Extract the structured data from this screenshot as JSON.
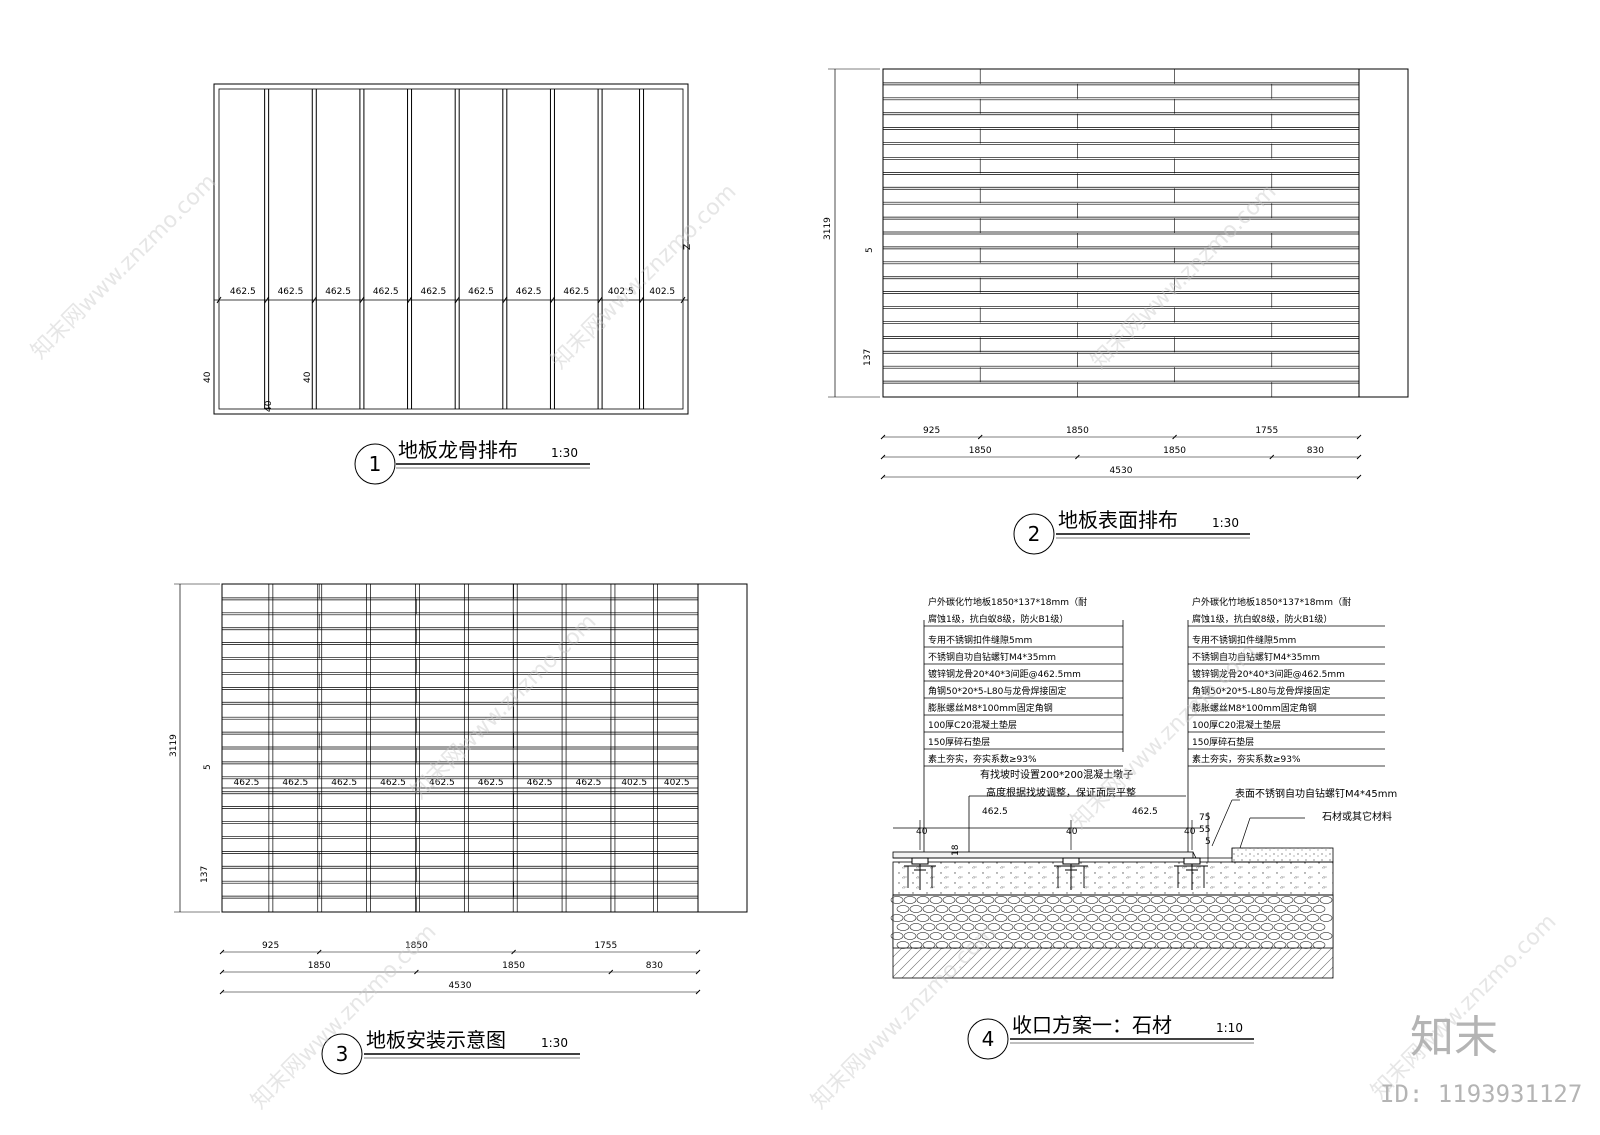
{
  "drawing1": {
    "number": "1",
    "title": "地板龙骨排布",
    "scale": "1:30",
    "spacings": [
      "462.5",
      "462.5",
      "462.5",
      "462.5",
      "462.5",
      "462.5",
      "462.5",
      "462.5",
      "402.5",
      "402.5"
    ],
    "member_width_a": "40",
    "member_width_b": "40",
    "member_width_c": "40",
    "edge_mark": "Z"
  },
  "drawing2": {
    "number": "2",
    "title": "地板表面排布",
    "scale": "1:30",
    "height_dim": "3119",
    "gap_dim": "5",
    "board_dim": "137",
    "row1": [
      "925",
      "1850",
      "1755"
    ],
    "row2": [
      "1850",
      "1850",
      "830"
    ],
    "total": "4530"
  },
  "drawing3": {
    "number": "3",
    "title": "地板安装示意图",
    "scale": "1:30",
    "height_dim": "3119",
    "gap_dim": "5",
    "board_dim": "137",
    "spacings": [
      "462.5",
      "462.5",
      "462.5",
      "462.5",
      "462.5",
      "462.5",
      "462.5",
      "462.5",
      "402.5",
      "402.5"
    ],
    "row1": [
      "925",
      "1850",
      "1755"
    ],
    "row2": [
      "1850",
      "1850",
      "830"
    ],
    "total": "4530"
  },
  "drawing4": {
    "number": "4",
    "title": "收口方案一：石材",
    "scale": "1:10",
    "notes_left": [
      "户外碳化竹地板1850*137*18mm（耐",
      "腐蚀1级，抗白蚁8级，防火B1级）",
      "专用不锈钢扣件缝隙5mm",
      "不锈钢自功自钻螺钉M4*35mm",
      "镀锌钢龙骨20*40*3间距@462.5mm",
      "角钢50*20*5-L80与龙骨焊接固定",
      "膨胀螺丝M8*100mm固定角钢",
      "100厚C20混凝土垫层",
      "150厚碎石垫层",
      "素土夯实，夯实系数≥93%"
    ],
    "notes_right": [
      "户外碳化竹地板1850*137*18mm（耐",
      "腐蚀1级，抗白蚁8级，防火B1级）",
      "专用不锈钢扣件缝隙5mm",
      "不锈钢自功自钻螺钉M4*35mm",
      "镀锌钢龙骨20*40*3间距@462.5mm",
      "角钢50*20*5-L80与龙骨焊接固定",
      "膨胀螺丝M8*100mm固定角钢",
      "100厚C20混凝土垫层",
      "150厚碎石垫层",
      "素土夯实，夯实系数≥93%"
    ],
    "slope_note_1": "有找坡时设置200*200混凝土墩子",
    "slope_note_2": "高度根据找坡调整，保证面层平整",
    "spacing_a": "462.5",
    "spacing_b": "462.5",
    "dim_40_a": "40",
    "dim_40_b": "40",
    "dim_40_c": "40",
    "dim_75": "75",
    "dim_55": "55",
    "dim_5": "5",
    "dim_18": "18",
    "screw_note": "表面不锈钢自功自钻螺钉M4*45mm",
    "stone_note": "石材或其它材料"
  },
  "watermarks": {
    "site": "知末网www.znzmo.com",
    "brand": "知末",
    "id": "ID: 1193931127"
  }
}
